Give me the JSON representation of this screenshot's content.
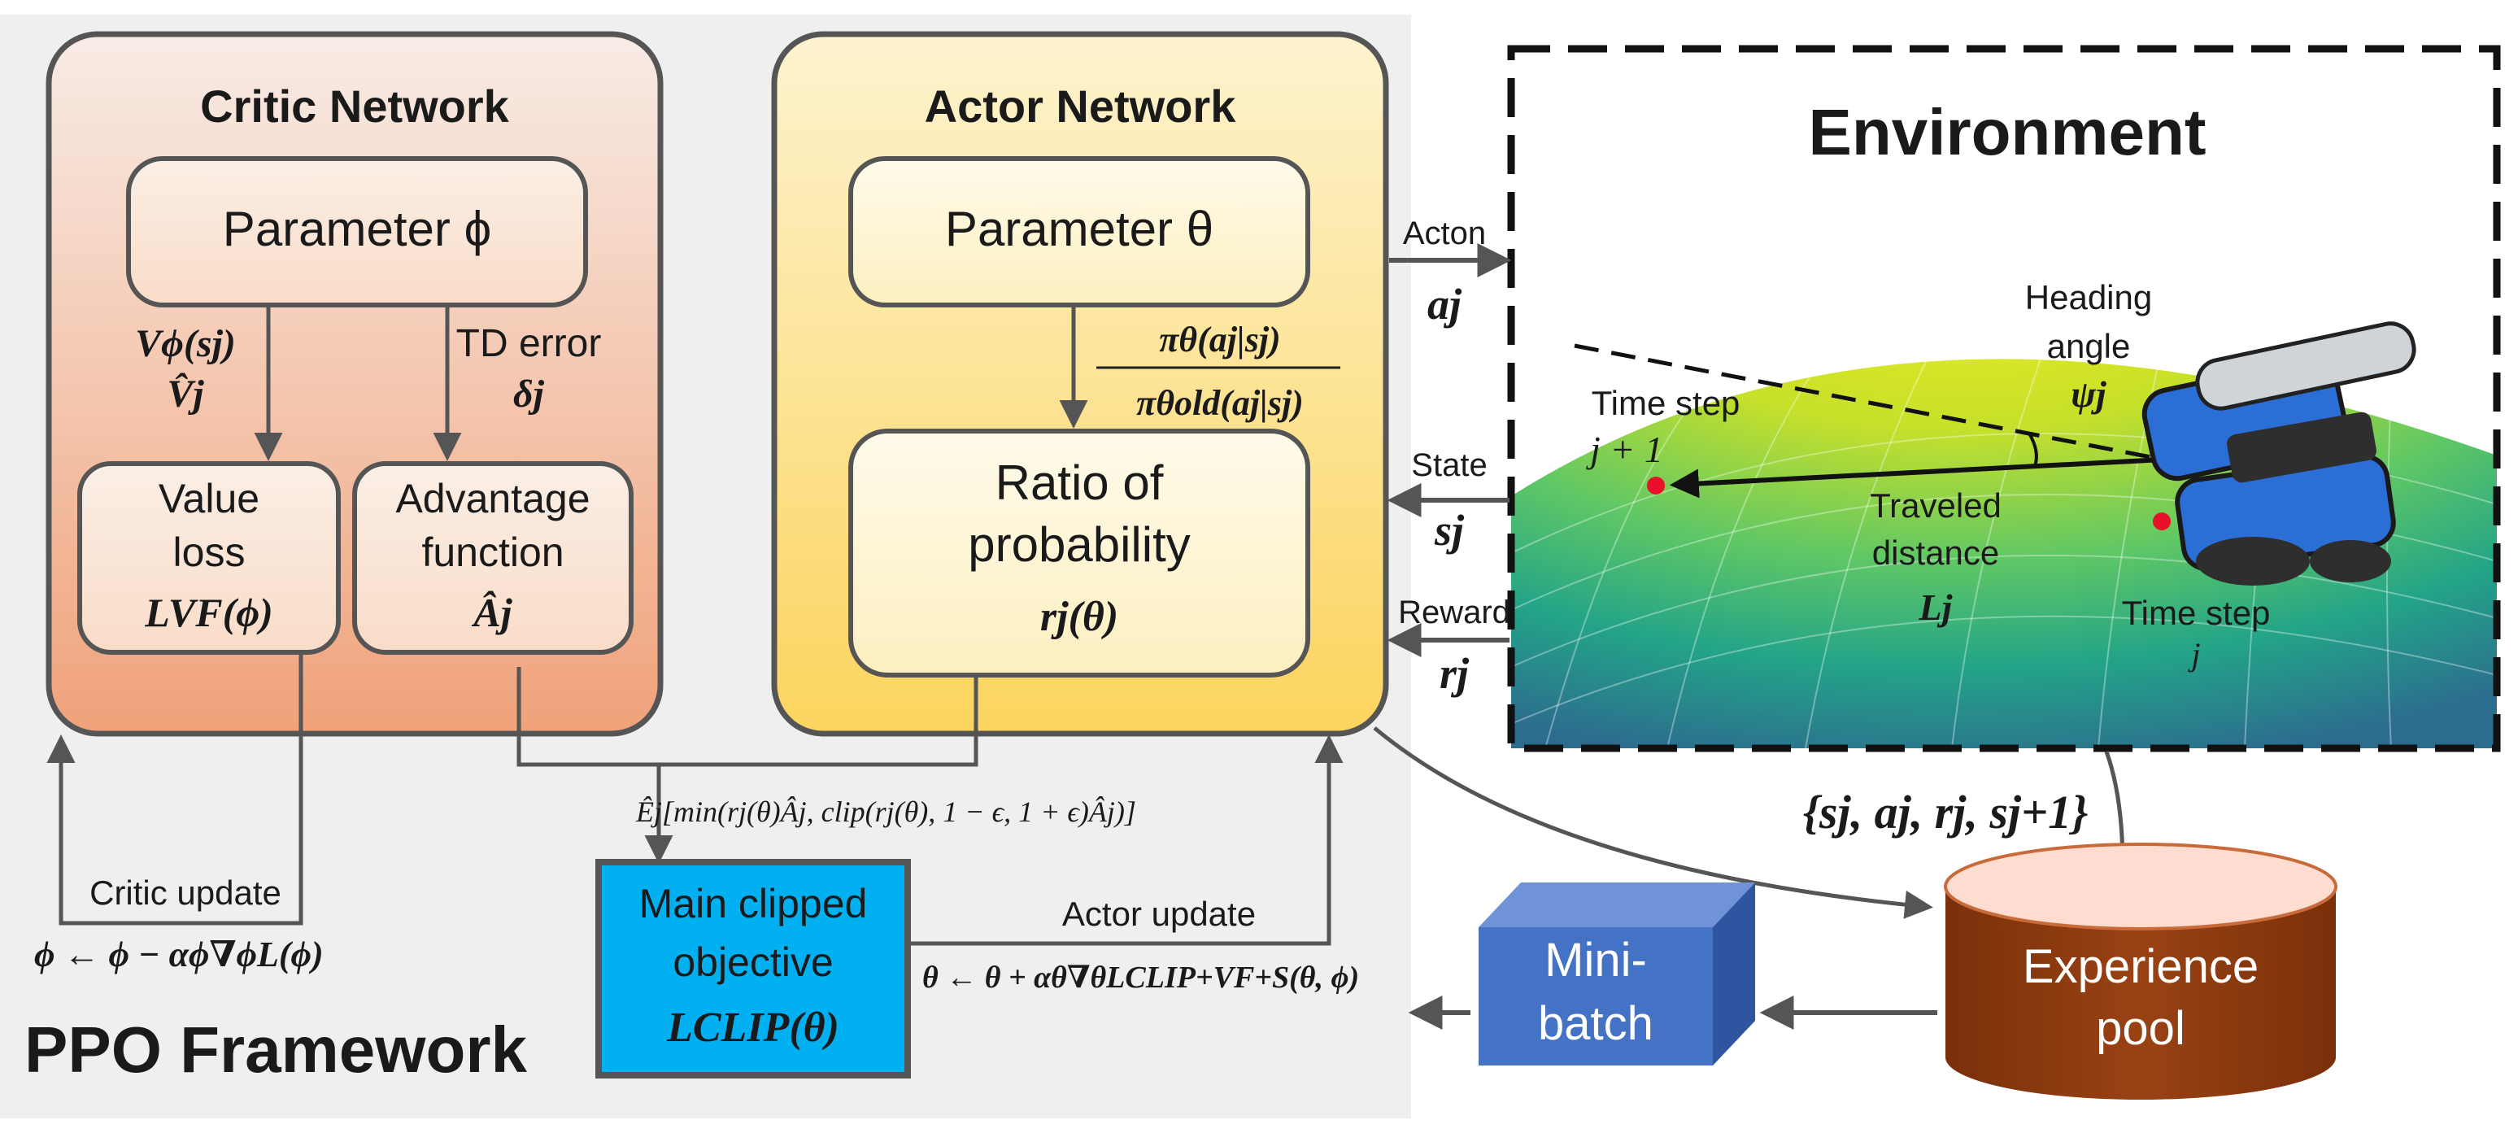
{
  "framework": {
    "title": "PPO Framework"
  },
  "critic": {
    "title": "Critic Network",
    "parameter": "Parameter ϕ",
    "value_out_1": "Vϕ(sj)",
    "value_out_2": "V̂j",
    "td_label": "TD error",
    "td_symbol": "δj",
    "value_loss_line1": "Value",
    "value_loss_line2": "loss",
    "value_loss_symbol": "LVF(ϕ)",
    "advantage_line1": "Advantage",
    "advantage_line2": "function",
    "advantage_symbol": "Âj",
    "update_label": "Critic update",
    "update_rule": "ϕ ← ϕ − αϕ∇ϕL(ϕ)"
  },
  "actor": {
    "title": "Actor Network",
    "parameter": "Parameter θ",
    "ratio_num": "πθ(aj|sj)",
    "ratio_den": "πθold(aj|sj)",
    "ratio_line1": "Ratio of",
    "ratio_line2": "probability",
    "ratio_symbol": "rj(θ)",
    "update_label": "Actor update",
    "update_rule": "θ ← θ + αθ∇θLCLIP+VF+S(θ, ϕ)"
  },
  "objective": {
    "expectation": "Êj[min(rj(θ)Âj, clip(rj(θ), 1 − ϵ, 1 + ϵ)Âj)]",
    "box_line1": "Main clipped",
    "box_line2": "objective",
    "box_symbol": "LCLIP(θ)"
  },
  "environment": {
    "title": "Environment",
    "heading_line1": "Heading",
    "heading_line2": "angle",
    "heading_symbol": "ψj",
    "next_step_line1": "Time step",
    "next_step_symbol": "j + 1",
    "distance_line1": "Traveled",
    "distance_line2": "distance",
    "distance_symbol": "Lj",
    "current_step_line1": "Time step",
    "current_step_symbol": "j"
  },
  "signals": {
    "action_label": "Acton",
    "action_symbol": "aj",
    "state_label": "State",
    "state_symbol": "sj",
    "reward_label": "Reward",
    "reward_symbol": "rj"
  },
  "transition": "{sj, aj, rj, sj+1}",
  "minibatch": {
    "line1": "Mini-",
    "line2": "batch"
  },
  "pool": {
    "line1": "Experience",
    "line2": "pool"
  },
  "colors": {
    "panel_bg": "#efefef",
    "critic_top": "#f8ece6",
    "critic_bottom": "#f0a27a",
    "actor_top": "#fdf3cf",
    "actor_bottom": "#fcd45e",
    "objective_box": "#00b0f0",
    "minibatch": "#4472c4",
    "pool": "#8b3a0e",
    "border": "#555555"
  }
}
